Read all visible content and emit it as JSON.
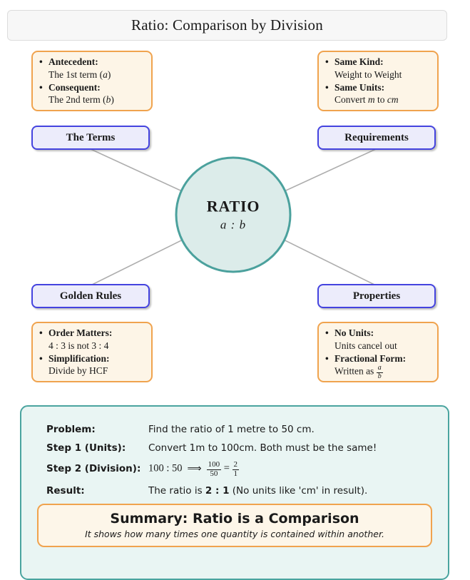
{
  "title": "Ratio: Comparison by Division",
  "center": {
    "label": "RATIO",
    "formula": "a : b"
  },
  "branches": {
    "terms": {
      "header": "The Terms",
      "items": [
        {
          "head": "Antecedent:",
          "pre": "The 1st term (",
          "var": "a",
          "post": ")"
        },
        {
          "head": "Consequent:",
          "pre": "The 2nd term (",
          "var": "b",
          "post": ")"
        }
      ]
    },
    "requirements": {
      "header": "Requirements",
      "items": [
        {
          "head": "Same Kind:",
          "pre": "Weight to Weight"
        },
        {
          "head": "Same Units:",
          "pre": "Convert ",
          "var": "m",
          "mid": " to ",
          "var2": "cm"
        }
      ]
    },
    "golden_rules": {
      "header": "Golden Rules",
      "items": [
        {
          "head": "Order Matters:",
          "pre": "4 : 3 is not 3 : 4"
        },
        {
          "head": "Simplification:",
          "pre": "Divide by HCF"
        }
      ]
    },
    "properties": {
      "header": "Properties",
      "items": [
        {
          "head": "No Units:",
          "pre": "Units cancel out"
        },
        {
          "head": "Fractional Form:",
          "pre": "Written as ",
          "frac_num": "a",
          "frac_den": "b"
        }
      ]
    }
  },
  "example": {
    "rows": [
      {
        "label": "Problem:",
        "text": "Find the ratio of 1 metre to 50 cm."
      },
      {
        "label": "Step 1 (Units):",
        "text": "Convert 1m to 100cm. Both must be the same!"
      },
      {
        "label": "Step 2 (Division):",
        "math_left": "100 : 50",
        "arrow": "⟹",
        "frac1_num": "100",
        "frac1_den": "50",
        "equals": "=",
        "frac2_num": "2",
        "frac2_den": "1"
      },
      {
        "label": "Result:",
        "pre": "The ratio is ",
        "strong": "2 : 1",
        "post": " (No units like 'cm' in result)."
      }
    ],
    "summary": {
      "title": "Summary: Ratio is a Comparison",
      "subtitle": "It shows how many times one quantity is contained within another."
    }
  },
  "colors": {
    "accent_orange": "#F0A34E",
    "accent_blue": "#4443DF",
    "accent_teal": "#4AA49F",
    "circle_fill": "#DCECEA",
    "cream_bg": "#FDF5E7",
    "lavender_bg": "#ECECFB",
    "panel_teal_bg": "#E9F5F3",
    "title_bg": "#F7F7F7",
    "connector_gray": "#ADADAD"
  }
}
